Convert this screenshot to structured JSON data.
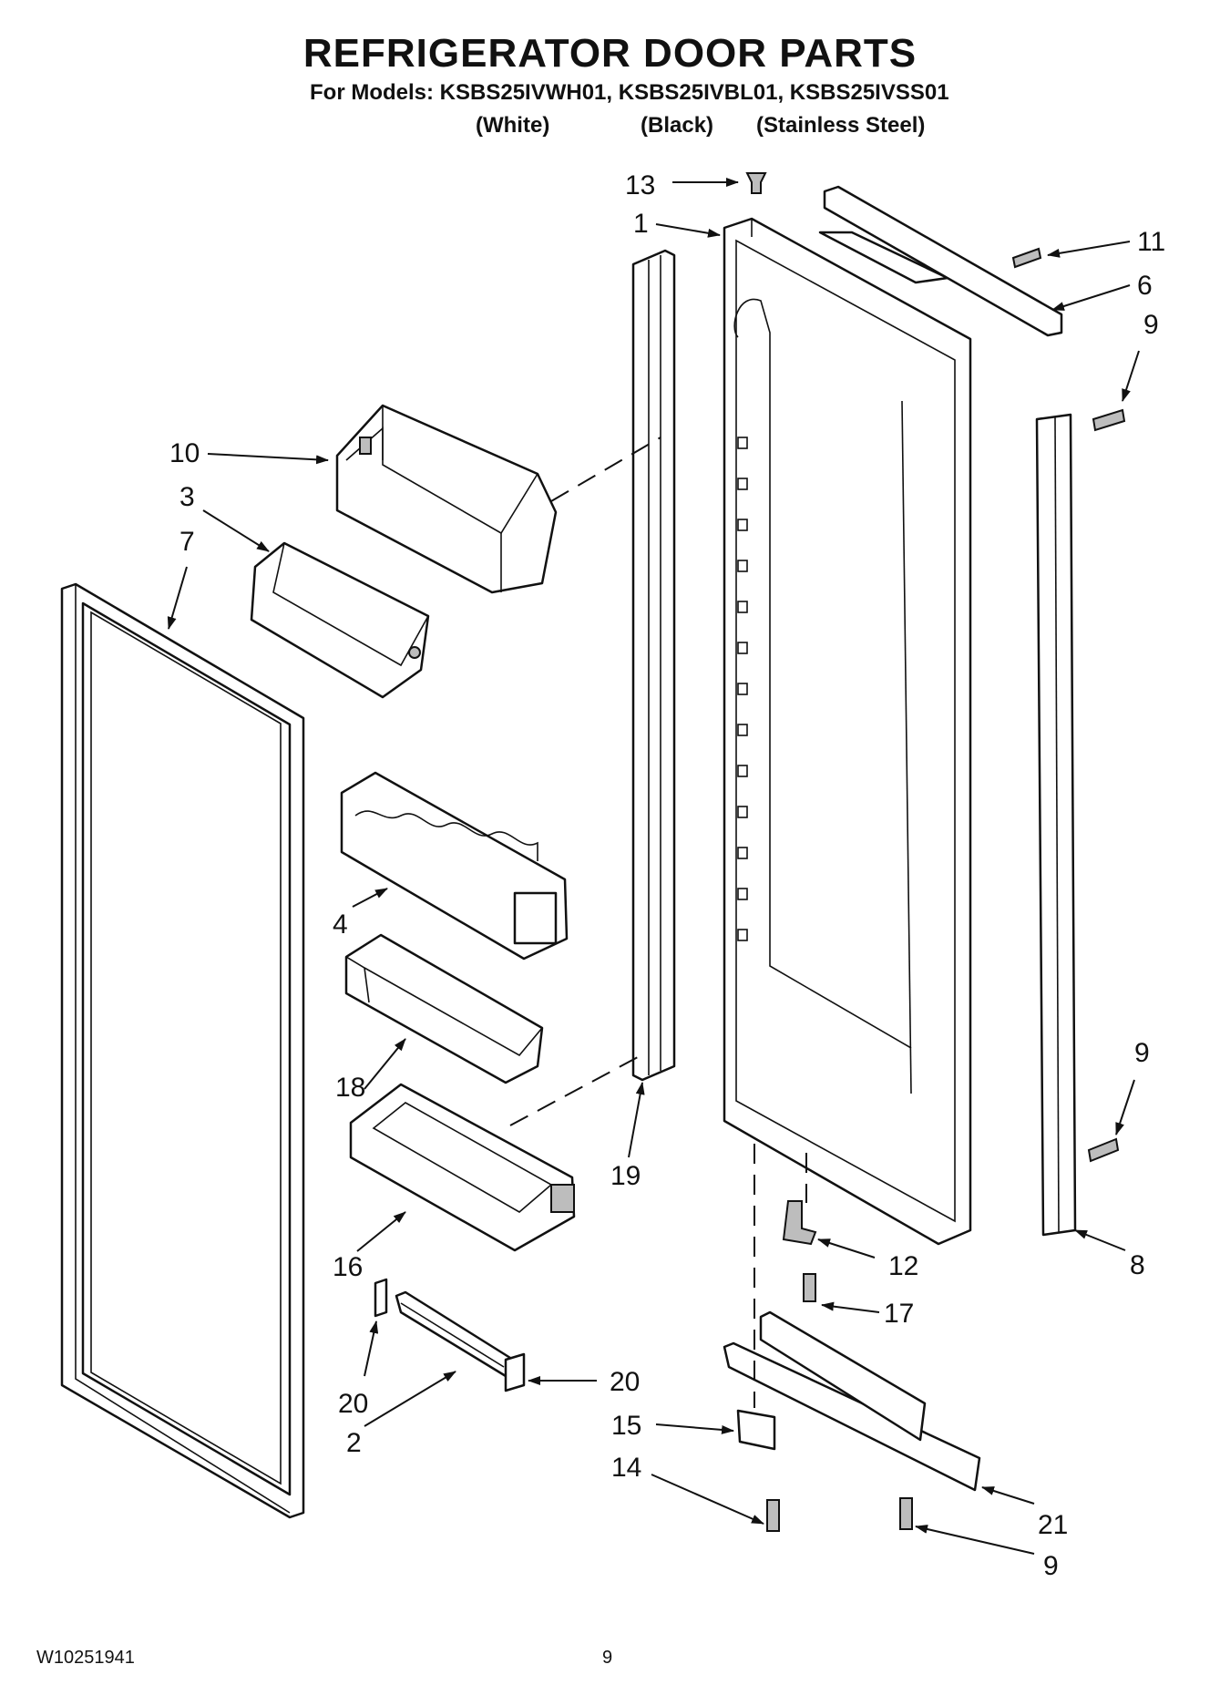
{
  "header": {
    "title": "REFRIGERATOR DOOR PARTS",
    "models": "For Models: KSBS25IVWH01, KSBS25IVBL01, KSBS25IVSS01",
    "colors": [
      "(White)",
      "(Black)",
      "(Stainless Steel)"
    ]
  },
  "callouts": {
    "c1": "1",
    "c2": "2",
    "c3": "3",
    "c4": "4",
    "c6": "6",
    "c7": "7",
    "c8": "8",
    "c9": "9",
    "c10": "10",
    "c11": "11",
    "c12": "12",
    "c13": "13",
    "c14": "14",
    "c15": "15",
    "c16": "16",
    "c17": "17",
    "c18": "18",
    "c19": "19",
    "c20": "20",
    "c21": "21"
  },
  "footer": {
    "doc_number": "W10251941",
    "page_number": "9"
  }
}
